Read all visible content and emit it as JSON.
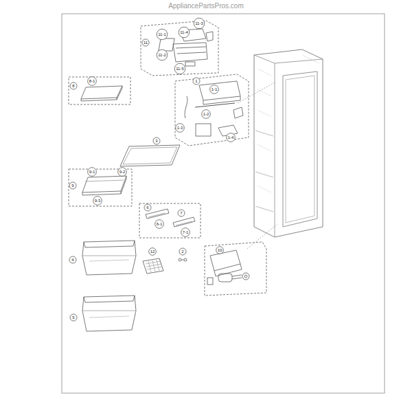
{
  "diagram": {
    "labels": [
      "AppliancePartsPros.com",
      "11",
      "11-1",
      "11-2",
      "11-3",
      "11-4",
      "11-5",
      "1",
      "1-1",
      "1-2",
      "1-3",
      "1-4",
      "8",
      "8-1",
      "3",
      "9",
      "9-1",
      "9-2",
      "9-3",
      "6",
      "6-1",
      "7",
      "7-1",
      "4",
      "12",
      "2",
      "10",
      "5"
    ]
  }
}
